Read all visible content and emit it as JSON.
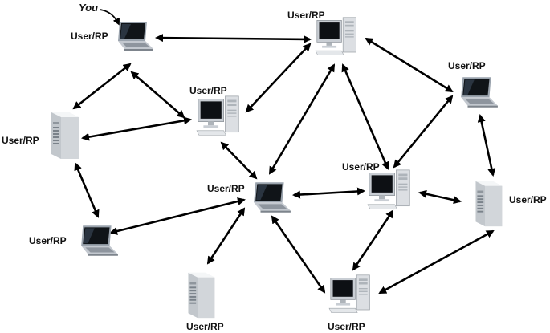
{
  "annotation": {
    "you_label": "You"
  },
  "nodes": [
    {
      "id": "n1",
      "label": "User/RP",
      "device": "laptop-icon"
    },
    {
      "id": "n2",
      "label": "User/RP",
      "device": "desktop-computer-icon"
    },
    {
      "id": "n3",
      "label": "User/RP",
      "device": "laptop-icon"
    },
    {
      "id": "n4",
      "label": "User/RP",
      "device": "server-tower-icon"
    },
    {
      "id": "n5",
      "label": "User/RP",
      "device": "desktop-computer-icon"
    },
    {
      "id": "n6",
      "label": "User/RP",
      "device": "laptop-icon"
    },
    {
      "id": "n7",
      "label": "User/RP",
      "device": "desktop-computer-icon"
    },
    {
      "id": "n8",
      "label": "User/RP",
      "device": "server-tower-icon"
    },
    {
      "id": "n9",
      "label": "User/RP",
      "device": "laptop-icon"
    },
    {
      "id": "n10",
      "label": "User/RP",
      "device": "server-tower-icon"
    },
    {
      "id": "n11",
      "label": "User/RP",
      "device": "desktop-computer-icon"
    }
  ],
  "links": [
    [
      "n1",
      "n2"
    ],
    [
      "n1",
      "n4"
    ],
    [
      "n1",
      "n5"
    ],
    [
      "n2",
      "n5"
    ],
    [
      "n2",
      "n3"
    ],
    [
      "n2",
      "n6"
    ],
    [
      "n2",
      "n7"
    ],
    [
      "n3",
      "n8"
    ],
    [
      "n4",
      "n5"
    ],
    [
      "n4",
      "n9"
    ],
    [
      "n5",
      "n6"
    ],
    [
      "n6",
      "n9"
    ],
    [
      "n6",
      "n10"
    ],
    [
      "n6",
      "n7"
    ],
    [
      "n6",
      "n11"
    ],
    [
      "n7",
      "n8"
    ],
    [
      "n7",
      "n11"
    ],
    [
      "n8",
      "n11"
    ],
    [
      "n10",
      "n11"
    ]
  ]
}
